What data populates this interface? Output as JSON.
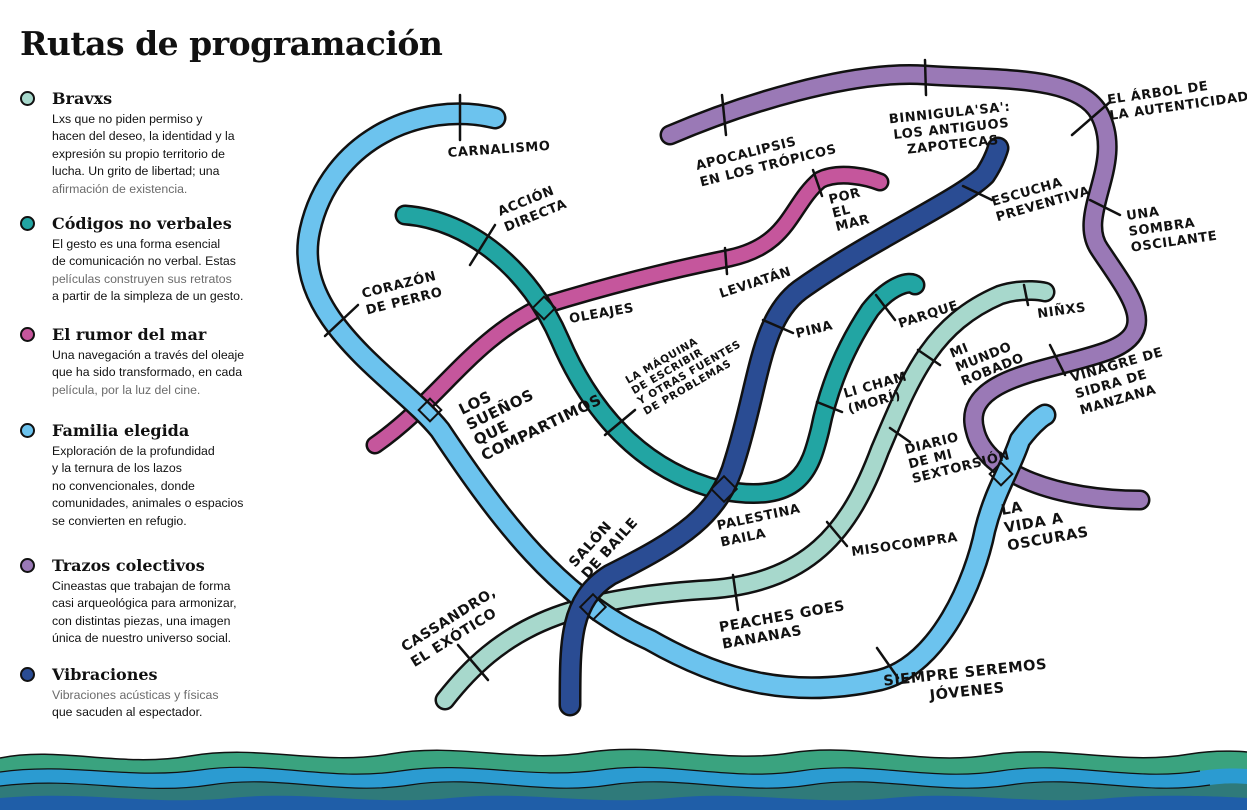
{
  "title": "Rutas de programación",
  "colors": {
    "bravxs": "#a7d8cc",
    "codigos": "#22a5a3",
    "rumor": "#c5569c",
    "familia": "#6cc3ee",
    "trazos": "#9a79b6",
    "vibraciones": "#2a4c93",
    "outline": "#111111"
  },
  "legend": [
    {
      "key": "bravxs",
      "title": "Bravxs",
      "lines": [
        {
          "t": "Lxs que no piden permiso y"
        },
        {
          "t": "hacen del deseo, la identidad y la"
        },
        {
          "t": "expresión su propio territorio de"
        },
        {
          "t": "lucha. Un grito de libertad; una"
        },
        {
          "t": "afirmación de existencia.",
          "hl": true
        }
      ]
    },
    {
      "key": "codigos",
      "title": "Códigos no verbales",
      "lines": [
        {
          "t": "El gesto es una forma esencial"
        },
        {
          "t": "de comunicación no verbal. Estas"
        },
        {
          "t": "películas construyen sus retratos",
          "hl": true
        },
        {
          "t": "a partir de la simpleza de un gesto."
        }
      ]
    },
    {
      "key": "rumor",
      "title": "El rumor del mar",
      "lines": [
        {
          "t": "Una navegación a través del oleaje"
        },
        {
          "t": "que ha sido transformado, en cada"
        },
        {
          "t": "película, por la luz del cine.",
          "hl": true
        }
      ]
    },
    {
      "key": "familia",
      "title": "Familia elegida",
      "lines": [
        {
          "t": "Exploración de la profundidad"
        },
        {
          "t": "y la ternura de los lazos"
        },
        {
          "t": "no convencionales, donde"
        },
        {
          "t": "comunidades, animales o espacios"
        },
        {
          "t": "se convierten en refugio."
        }
      ]
    },
    {
      "key": "trazos",
      "title": "Trazos colectivos",
      "lines": [
        {
          "t": "Cineastas que trabajan de forma"
        },
        {
          "t": "casi arqueológica para armonizar,"
        },
        {
          "t": "con distintas piezas, una imagen"
        },
        {
          "t": "única de nuestro universo social."
        }
      ]
    },
    {
      "key": "vibraciones",
      "title": "Vibraciones",
      "lines": [
        {
          "t": "Vibraciones acústicas y físicas",
          "hl": true
        },
        {
          "t": "que sacuden al espectador."
        }
      ]
    }
  ],
  "stations": [
    {
      "name": "carnalismo",
      "lines": [
        "CARNALISMO"
      ]
    },
    {
      "name": "accion-directa",
      "lines": [
        "ACCIÓN",
        "DIRECTA"
      ]
    },
    {
      "name": "apocalipsis",
      "lines": [
        "APOCALIPSIS",
        "EN LOS TRÓPICOS"
      ]
    },
    {
      "name": "binnigulasa",
      "lines": [
        "BINNIGULA'SA':",
        "LOS ANTIGUOS",
        "ZAPOTECAS"
      ]
    },
    {
      "name": "arbol",
      "lines": [
        "EL ÁRBOL DE",
        "LA AUTENTICIDAD"
      ]
    },
    {
      "name": "por-el-mar",
      "lines": [
        "POR",
        "EL",
        "MAR"
      ]
    },
    {
      "name": "escucha",
      "lines": [
        "ESCUCHA",
        "PREVENTIVA"
      ]
    },
    {
      "name": "sombra",
      "lines": [
        "UNA",
        "SOMBRA",
        "OSCILANTE"
      ]
    },
    {
      "name": "corazon",
      "lines": [
        "CORAZÓN",
        "DE PERRO"
      ]
    },
    {
      "name": "leviatan",
      "lines": [
        "LEVIATÁN"
      ]
    },
    {
      "name": "oleajes",
      "lines": [
        "OLEAJES"
      ]
    },
    {
      "name": "pina",
      "lines": [
        "PINA"
      ]
    },
    {
      "name": "parque",
      "lines": [
        "PARQUE"
      ]
    },
    {
      "name": "ninxs",
      "lines": [
        "NIÑXS"
      ]
    },
    {
      "name": "maquina",
      "lines": [
        "LA MÁQUINA",
        "DE ESCRIBIR",
        "Y OTRAS FUENTES",
        "DE PROBLEMAS"
      ]
    },
    {
      "name": "mi-mundo",
      "lines": [
        "MI",
        "MUNDO",
        "ROBADO"
      ]
    },
    {
      "name": "vinagre",
      "lines": [
        "VINAGRE DE",
        "SIDRA DE",
        "MANZANA"
      ]
    },
    {
      "name": "suenos",
      "lines": [
        "LOS",
        "SUEÑOS",
        "QUE",
        "COMPARTIMOS"
      ]
    },
    {
      "name": "li-cham",
      "lines": [
        "LI CHAM",
        "(MORÍ)"
      ]
    },
    {
      "name": "diario",
      "lines": [
        "DIARIO",
        "DE MI",
        "SEXTORSIÓN"
      ]
    },
    {
      "name": "palestina",
      "lines": [
        "PALESTINA",
        "BAILA"
      ]
    },
    {
      "name": "salon",
      "lines": [
        "SALÓN",
        "DE BAILE"
      ]
    },
    {
      "name": "vida",
      "lines": [
        "LA",
        "VIDA A",
        "OSCURAS"
      ]
    },
    {
      "name": "misocompra",
      "lines": [
        "MISOCOMPRA"
      ]
    },
    {
      "name": "cassandro",
      "lines": [
        "CASSANDRO,",
        "EL EXÓTICO"
      ]
    },
    {
      "name": "peaches",
      "lines": [
        "PEACHES GOES",
        "BANANAS"
      ]
    },
    {
      "name": "siempre",
      "lines": [
        "SIEMPRE SEREMOS",
        "JÓVENES"
      ]
    }
  ]
}
